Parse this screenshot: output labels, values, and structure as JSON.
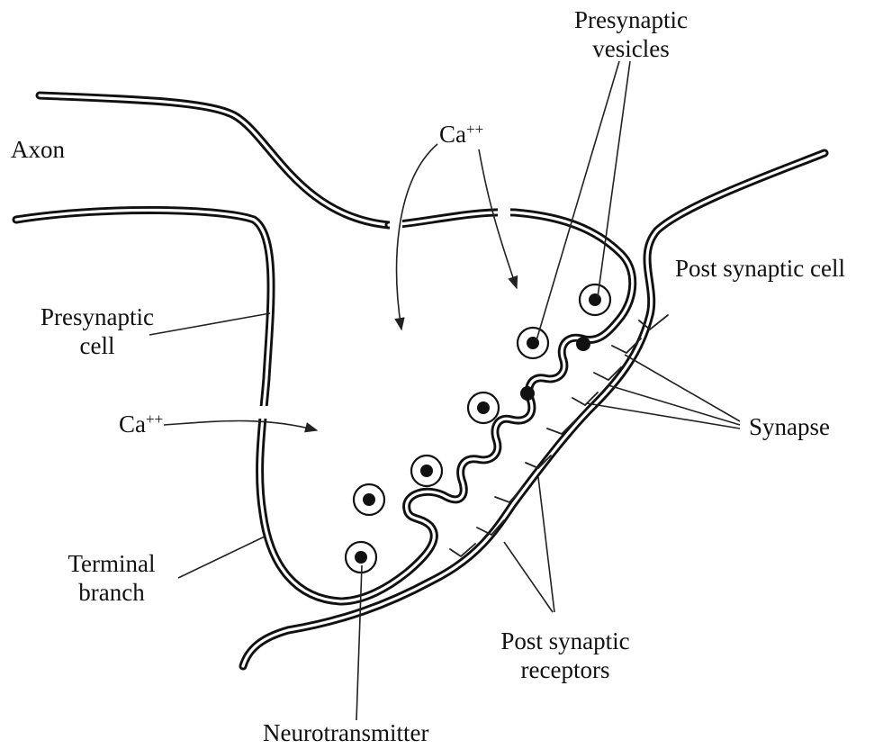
{
  "labels": {
    "axon": "Axon",
    "presynaptic_cell_line1": "Presynaptic",
    "presynaptic_cell_line2": "cell",
    "ca_top": "Ca",
    "ca_left": "Ca",
    "ca_superscript": "++",
    "presynaptic_vesicles_line1": "Presynaptic",
    "presynaptic_vesicles_line2": "vesicles",
    "post_synaptic_cell": "Post synaptic cell",
    "synapse": "Synapse",
    "terminal_branch_line1": "Terminal",
    "terminal_branch_line2": "branch",
    "post_synaptic_receptors_line1": "Post synaptic",
    "post_synaptic_receptors_line2": "receptors",
    "neurotransmitter": "Neurotransmitter"
  }
}
